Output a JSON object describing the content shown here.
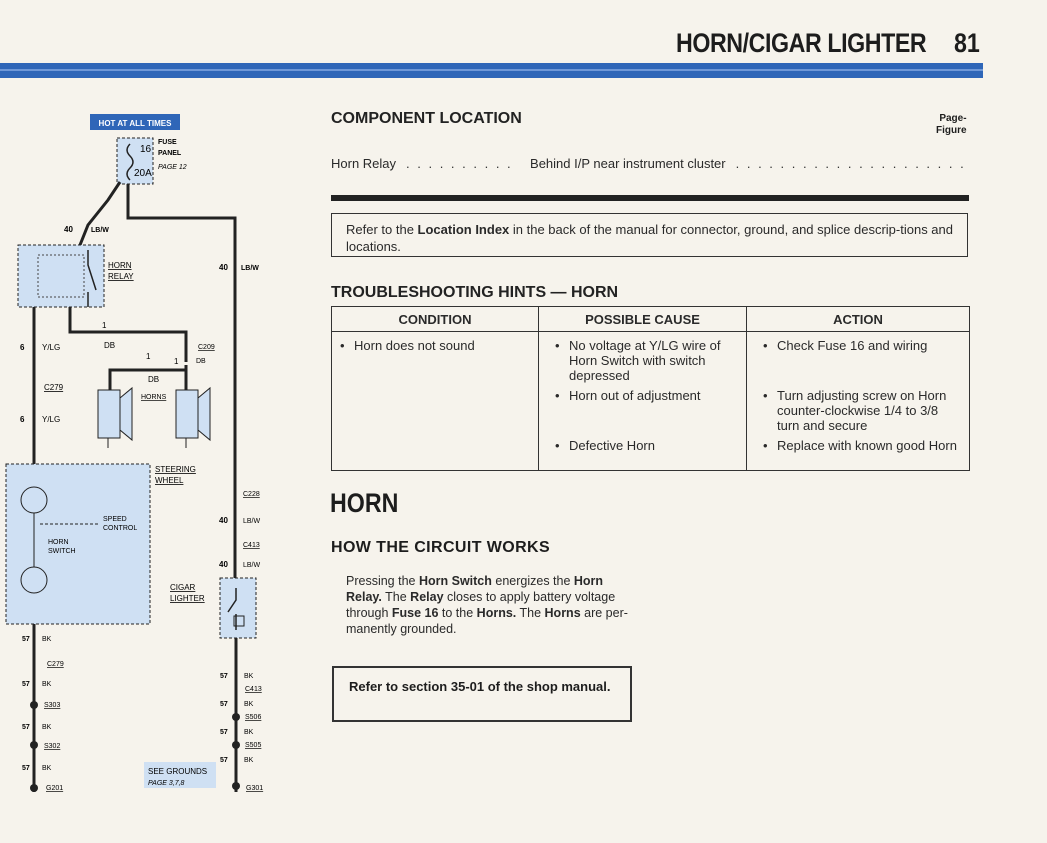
{
  "header": {
    "title": "HORN/CIGAR LIGHTER",
    "page_number": "81"
  },
  "component_location": {
    "heading": "COMPONENT LOCATION",
    "page_figure_label": "Page-\nFigure",
    "rows": [
      {
        "component": "Horn Relay",
        "location": "Behind I/P near instrument cluster"
      }
    ]
  },
  "location_note": {
    "prefix": "Refer to the ",
    "bold": "Location Index",
    "suffix": " in the back of the manual for connector, ground, and splice descrip-tions and locations."
  },
  "troubleshooting": {
    "heading": "TROUBLESHOOTING HINTS — HORN",
    "columns": [
      "CONDITION",
      "POSSIBLE CAUSE",
      "ACTION"
    ],
    "condition": "Horn does not sound",
    "causes": [
      "No voltage at Y/LG wire of Horn Switch with switch depressed",
      "Horn out of adjustment",
      "Defective Horn"
    ],
    "actions": [
      "Check Fuse 16 and wiring",
      "Turn adjusting screw on Horn counter-clockwise 1/4 to 3/8 turn and secure",
      "Replace with known good Horn"
    ]
  },
  "horn": {
    "heading": "HORN",
    "circuit_heading": "HOW THE CIRCUIT WORKS",
    "shop_note": "Refer to section 35-01 of the shop manual."
  },
  "diagram": {
    "hot_label": "HOT AT ALL TIMES",
    "fuse_number": "16",
    "fuse_amps": "20A",
    "fuse_panel": "FUSE\nPANEL",
    "fuse_page": "PAGE 12",
    "horn_relay": "HORN\nRELAY",
    "horns": "HORNS",
    "steering_wheel": "STEERING\nWHEEL",
    "speed_control": "SPEED\nCONTROL",
    "horn_switch": "HORN\nSWITCH",
    "cigar_lighter": "CIGAR\nLIGHTER",
    "see_grounds": "SEE GROUNDS",
    "grounds_page": "PAGE 3,7,8",
    "wire_labels": [
      "40",
      "LB/W",
      "6",
      "Y/LG",
      "1",
      "DB",
      "57",
      "BK"
    ],
    "connectors": [
      "C209",
      "C279",
      "C228",
      "C413",
      "S303",
      "S302",
      "S506",
      "S505",
      "G201",
      "G301"
    ]
  }
}
